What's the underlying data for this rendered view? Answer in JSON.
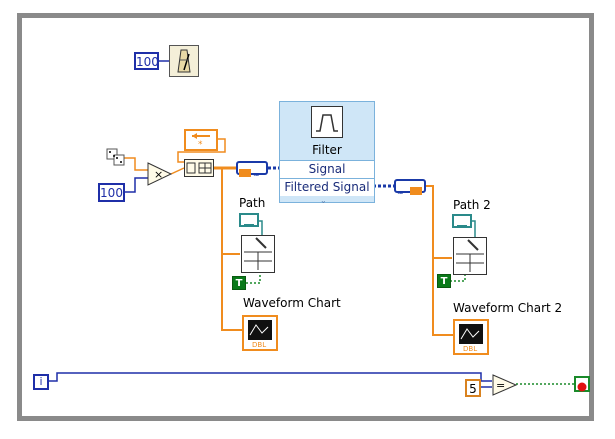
{
  "constants": {
    "wait_ms": "100",
    "multiplier": "100",
    "stop_count": "5"
  },
  "express_vi": {
    "title": "Filter",
    "input_label": "Signal",
    "output_label": "Filtered Signal"
  },
  "labels": {
    "path1": "Path",
    "path2": "Path 2",
    "chart1": "Waveform Chart",
    "chart2": "Waveform Chart 2",
    "iteration": "i",
    "bool_true": "T",
    "stop_icon_text": ""
  },
  "icon_names": [
    "metronome-icon",
    "dice-icon",
    "multiply-icon",
    "build-array-icon",
    "shift-register-icon",
    "path-terminal-icon",
    "write-file-icon",
    "waveform-chart-icon",
    "equal-icon",
    "stop-icon",
    "iteration-icon",
    "dynamic-data-icon"
  ],
  "colors": {
    "loop_border": "#8a8a8a",
    "numeric_wire": "#f08c1e",
    "int_wire": "#1f2fa8",
    "dynamic_wire": "#1a3aa8",
    "bool_wire": "#1a8a2a",
    "express_bg": "#cfe6f7"
  }
}
